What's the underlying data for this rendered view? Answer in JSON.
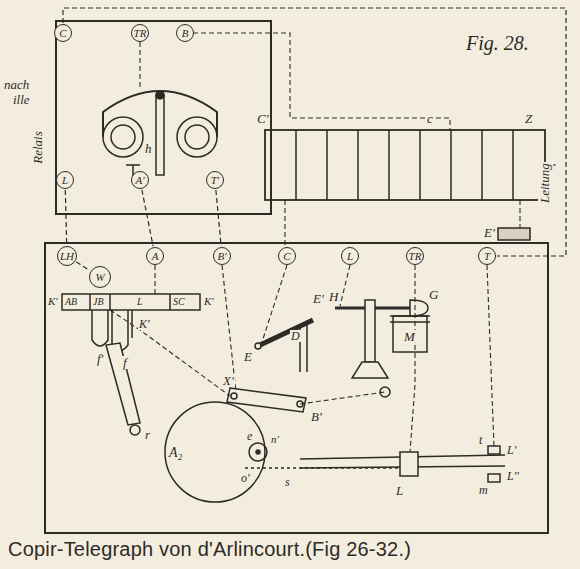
{
  "diagram": {
    "title": "Fig. 28.",
    "caption": "Copir-Telegraph von d'Arlincourt.(Fig 26-32.)",
    "nodes": [
      {
        "text": [
          "Relais"
        ]
      },
      {
        "text": [
          "C"
        ],
        "in": 0
      },
      {
        "text": [
          "TR"
        ],
        "in": 0
      },
      {
        "text": [
          "B"
        ],
        "in": 0
      },
      {
        "text": [
          "L"
        ],
        "in": 0
      },
      {
        "text": [
          "A'"
        ],
        "in": 0
      },
      {
        "text": [
          "T'"
        ],
        "in": 0
      },
      {
        "text": [
          "LH"
        ]
      },
      {
        "text": [
          "A"
        ]
      },
      {
        "text": [
          "B'"
        ]
      },
      {
        "text": [
          "C"
        ]
      },
      {
        "text": [
          "L"
        ]
      },
      {
        "text": [
          "TR"
        ]
      },
      {
        "text": [
          "T"
        ]
      },
      {
        "text": [
          "W"
        ]
      }
    ],
    "edges": [
      {
        "from": 4,
        "to": 7,
        "arrow": "none"
      },
      {
        "from": 5,
        "to": 8,
        "arrow": "none"
      },
      {
        "from": 6,
        "to": 9,
        "arrow": "none"
      },
      {
        "from": 1,
        "to": 13,
        "arrow": "none"
      },
      {
        "from": 7,
        "to": 14,
        "arrow": "none"
      }
    ],
    "labels": [
      "nach",
      "ille",
      "h",
      "K'",
      "AB",
      "JB",
      "L",
      "SC",
      "K'",
      "K'",
      "f'",
      "f",
      "r",
      "E",
      "E'",
      "D",
      "H",
      "G",
      "M",
      "X'",
      "B'",
      "A₂",
      "e",
      "n'",
      "o'",
      "s",
      "L",
      "t",
      "L'",
      "L''",
      "m",
      "C'",
      "c",
      "Z",
      "Leitung",
      "E'"
    ]
  }
}
